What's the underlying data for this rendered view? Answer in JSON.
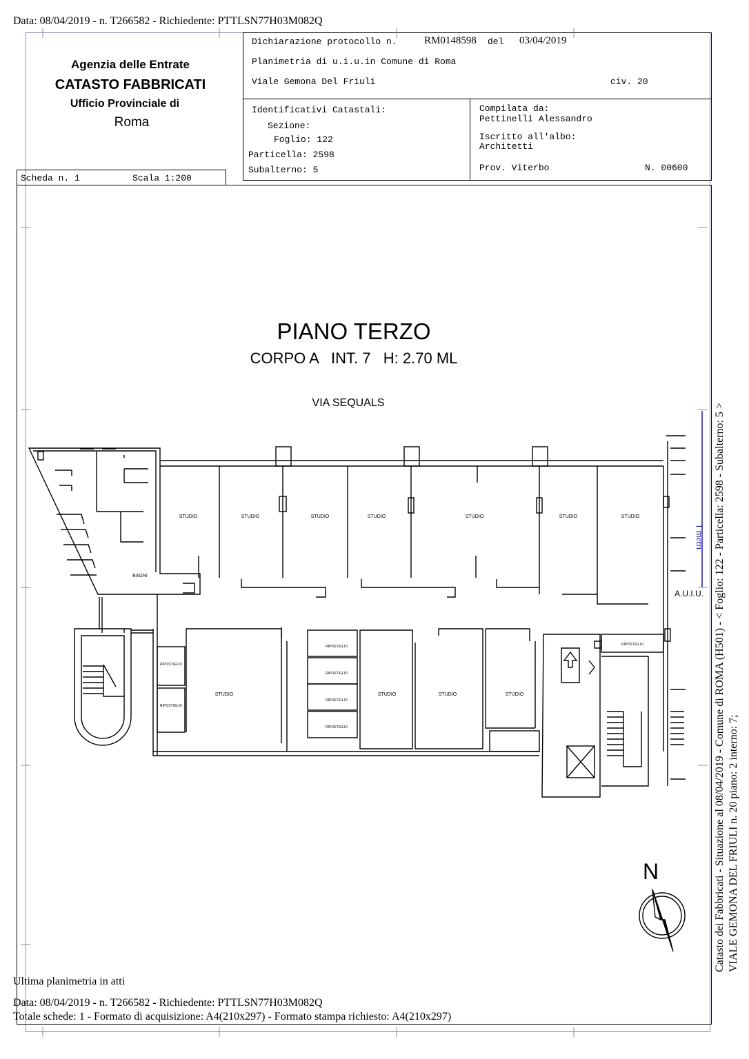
{
  "top_line": "Data: 08/04/2019 - n. T266582 - Richiedente: PTTLSN77H03M082Q",
  "header": {
    "agency_line1": "Agenzia delle Entrate",
    "agency_line2": "CATASTO FABBRICATI",
    "agency_line3": "Ufficio Provinciale di",
    "agency_line4": "Roma",
    "dichiarazione_label": "Dichiarazione protocollo n.",
    "protocollo": "RM0148598",
    "del_label": "del",
    "del_date": "03/04/2019",
    "planimetria": "Planimetria di u.i.u.in Comune di Roma",
    "address": "Viale Gemona Del Friuli",
    "civ": "civ. 20",
    "identificativi_label": "Identificativi Catastali:",
    "sezione": "Sezione:",
    "foglio": "Foglio: 122",
    "particella": "Particella: 2598",
    "subalterno": "Subalterno: 5",
    "compilata_label": "Compilata da:",
    "compilata_name": "Pettinelli Alessandro",
    "iscritto_label": "Iscritto all'albo:",
    "iscritto_value": "Architetti",
    "prov": "Prov. Viterbo",
    "numero": "N. 00600",
    "scheda": "Scheda n. 1",
    "scala": "Scala 1:200"
  },
  "plan": {
    "title": "PIANO TERZO",
    "subtitle": "CORPO A   INT. 7   H: 2.70 ML",
    "street": "VIA SEQUALS",
    "rooms_top": [
      "STUDIO",
      "STUDIO",
      "STUDIO",
      "STUDIO",
      "STUDIO",
      "STUDIO",
      "STUDIO"
    ],
    "bagni": "BAGNI",
    "auiu": "A.U.I.U.",
    "ripostiglio_left": [
      "RIPOSTIGLIO",
      "RIPOSTIGLIO"
    ],
    "ripostiglio_mid": [
      "RIPOSTIGLIO",
      "RIPOSTIGLIO",
      "RIPOSTIGLIO",
      "RIPOSTIGLIO"
    ],
    "ripostiglio_right": "RIPOSTIGLIO",
    "rooms_bottom": [
      "STUDIO",
      "STUDIO",
      "STUDIO",
      "STUDIO"
    ],
    "north": "N",
    "side_mark": "1 metri"
  },
  "footer": {
    "ultima": "Ultima planimetria in atti",
    "data_line": "Data: 08/04/2019 - n. T266582 - Richiedente: PTTLSN77H03M082Q",
    "totale_line": "Totale schede: 1 - Formato di acquisizione: A4(210x297)  - Formato stampa richiesto: A4(210x297)"
  },
  "vertical": {
    "line1": "Catasto dei Fabbricati - Situazione al 08/04/2019 - Comune di ROMA (H501) - < Foglio: 122 - Particella: 2598 - Subalterno: 5 >",
    "line2": "VIALE GEMONA DEL FRIULI n. 20 piano: 2 interno: 7;"
  }
}
